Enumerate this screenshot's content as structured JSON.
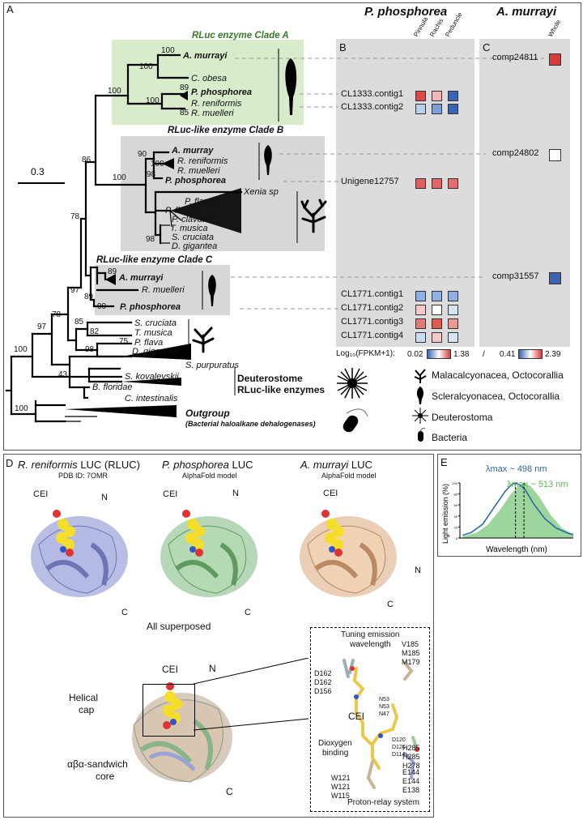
{
  "panel_labels": {
    "a": "A",
    "b": "B",
    "c": "C",
    "d": "D",
    "e": "E"
  },
  "headers": {
    "p_phosphorea": "P. phosphorea",
    "a_murrayi": "A. murrayi"
  },
  "columns": {
    "pinnula": "Pinnula",
    "rachis": "Rachis",
    "peduncle": "Peduncle",
    "whole": "Whole"
  },
  "scale_bar": "0.3",
  "clades": {
    "a": "RLuc enzyme Clade A",
    "b": "RLuc-like enzyme Clade B",
    "c": "RLuc-like enzyme Clade C"
  },
  "taxa": {
    "a_murrayi_a": "A. murrayi",
    "c_obesa": "C. obesa",
    "p_phosphorea_a": "P. phosphorea",
    "r_reniformis_a": "R. reniformis",
    "r_muelleri_a": "R. muelleri",
    "a_murray_b": "A. murray",
    "r_reniformis_b": "R. reniformis",
    "r_muelleri_b": "R. muelleri",
    "p_phosphorea_b": "P. phosphorea",
    "xenia": "Xenia sp",
    "p_flava_a": "P. flava a",
    "p_flava_b": "P. flava b",
    "p_clavata": "P. clavata",
    "t_musica_b": "T. musica",
    "s_cruciata_b": "S. cruciata",
    "d_gigantea_b": "D. gigantea",
    "a_murrayi_c": "A. murrayi",
    "r_muelleri_c": "R. muelleri",
    "p_phosphorea_c": "P. phosphorea",
    "s_cruciata": "S. cruciata",
    "t_musica": "T. musica",
    "p_flava": "P. flava",
    "d_gigantea": "D. gigantea",
    "s_purpuratus": "S. purpuratus",
    "s_kovalevskii": "S. kovalevskii",
    "b_floridae": "B. floridae",
    "c_intestinalis": "C. intestinalis",
    "outgroup": "Outgroup",
    "outgroup_sub": "(Bacterial haloalkane dehalogenases)",
    "deutero_line1": "Deuterostome",
    "deutero_line2": "RLuc-like enzymes"
  },
  "bootstrap": {
    "n1": "100",
    "n2": "100",
    "n3": "100",
    "n4": "89",
    "n5": "85",
    "n6": "90",
    "n7": "100",
    "n8": "98",
    "n9": "86",
    "n10": "100",
    "n11": "98",
    "n12": "78",
    "n13": "89",
    "n14": "89",
    "n15": "99",
    "n16": "97",
    "n17": "85",
    "n18": "82",
    "n19": "75",
    "n20": "98",
    "n21": "78",
    "n22": "97",
    "n23": "43",
    "n24": "100",
    "n25": "100"
  },
  "genes_b": [
    {
      "name": "CL1333.contig1",
      "cells": [
        "#d94a4a",
        "#f2b6b6",
        "#3b63b0"
      ]
    },
    {
      "name": "CL1333.contig2",
      "cells": [
        "#b8d0ea",
        "#7f9fd2",
        "#3b63b0"
      ]
    },
    {
      "name": "Unigene12757",
      "cells": [
        "#de6060",
        "#de6868",
        "#e07070"
      ]
    },
    {
      "name": "CL1771.contig1",
      "cells": [
        "#8fb0e0",
        "#8fb0e0",
        "#8fb0e0"
      ]
    },
    {
      "name": "CL1771.contig2",
      "cells": [
        "#f4c9c9",
        "#ffffff",
        "#d6e4f2"
      ]
    },
    {
      "name": "CL1771.contig3",
      "cells": [
        "#e07a72",
        "#dd5a50",
        "#e89a90"
      ]
    },
    {
      "name": "CL1771.contig4",
      "cells": [
        "#c8dbef",
        "#f4c9c9",
        "#d6e4f2"
      ]
    }
  ],
  "genes_c": [
    {
      "name": "comp24811",
      "cells": [
        "#d93a3a"
      ]
    },
    {
      "name": "comp24802",
      "cells": [
        "#ffffff"
      ]
    },
    {
      "name": "comp31557",
      "cells": [
        "#3b63b0"
      ]
    }
  ],
  "fpkm": {
    "label": "Log₁₀(FPKM+1):",
    "min_b": "0.02",
    "max_b": "1.38",
    "sep": "/",
    "min_c": "0.41",
    "max_c": "2.39"
  },
  "legend": {
    "malac": "Malacalcyonacea, Octocorallia",
    "scler": "Scleralcyonacea, Octocorallia",
    "deutero": "Deuterostoma",
    "bacteria": "Bacteria"
  },
  "structures": {
    "rluc_title": "R. reniformis",
    "rluc_suffix": "LUC (RLUC)",
    "rluc_sub": "PDB ID: 7OMR",
    "pph_title": "P. phosphorea",
    "pph_suffix": "LUC",
    "pph_sub": "AlphaFold model",
    "amu_title": "A. murrayi",
    "amu_suffix": "LUC",
    "amu_sub": "AlphaFold model",
    "cei": "CEI",
    "n": "N",
    "c": "C",
    "all_superposed": "All superposed",
    "helical_cap_1": "Helical",
    "helical_cap_2": "cap",
    "core_1": "αβα-sandwich",
    "core_2": "core"
  },
  "inset": {
    "tuning_1": "Tuning emission",
    "tuning_2": "wavelength",
    "v185": "V185",
    "m185": "M185",
    "m179": "M179",
    "d162": "D162",
    "d162b": "D162",
    "d156": "D156",
    "n53": "N53",
    "n53b": "N53",
    "n47": "N47",
    "cei": "CEI",
    "d120": "D120",
    "d120b": "D120",
    "d114": "D114",
    "dioxygen_1": "Dioxygen",
    "dioxygen_2": "binding",
    "h285": "H285",
    "h285b": "H285",
    "h278": "H278",
    "w121": "W121",
    "w121b": "W121",
    "w115": "W115",
    "e144": "E144",
    "e144b": "E144",
    "e138": "E138",
    "proton": "Proton-relay system"
  },
  "chart_data": {
    "type": "area",
    "xlabel": "Wavelength (nm)",
    "ylabel": "Light emission (%)",
    "yticks": [
      "0",
      "20",
      "40",
      "60",
      "80",
      "100"
    ],
    "ylim": [
      0,
      100
    ],
    "xlim": [
      400,
      600
    ],
    "series": [
      {
        "name": "λmax ~ 498 nm",
        "color": "#2d6aa6",
        "peak": 498,
        "x": [
          405,
          420,
          440,
          460,
          480,
          490,
          498,
          505,
          515,
          530,
          550,
          570,
          590,
          600
        ],
        "y": [
          5,
          10,
          25,
          55,
          85,
          96,
          100,
          97,
          88,
          62,
          35,
          18,
          9,
          6
        ]
      },
      {
        "name": "λmax ~ 513 nm",
        "color": "#8ccf8c",
        "peak": 513,
        "x": [
          405,
          430,
          450,
          470,
          490,
          505,
          513,
          525,
          540,
          560,
          580,
          600
        ],
        "y": [
          3,
          10,
          25,
          50,
          80,
          96,
          100,
          94,
          75,
          42,
          18,
          7
        ]
      }
    ]
  }
}
